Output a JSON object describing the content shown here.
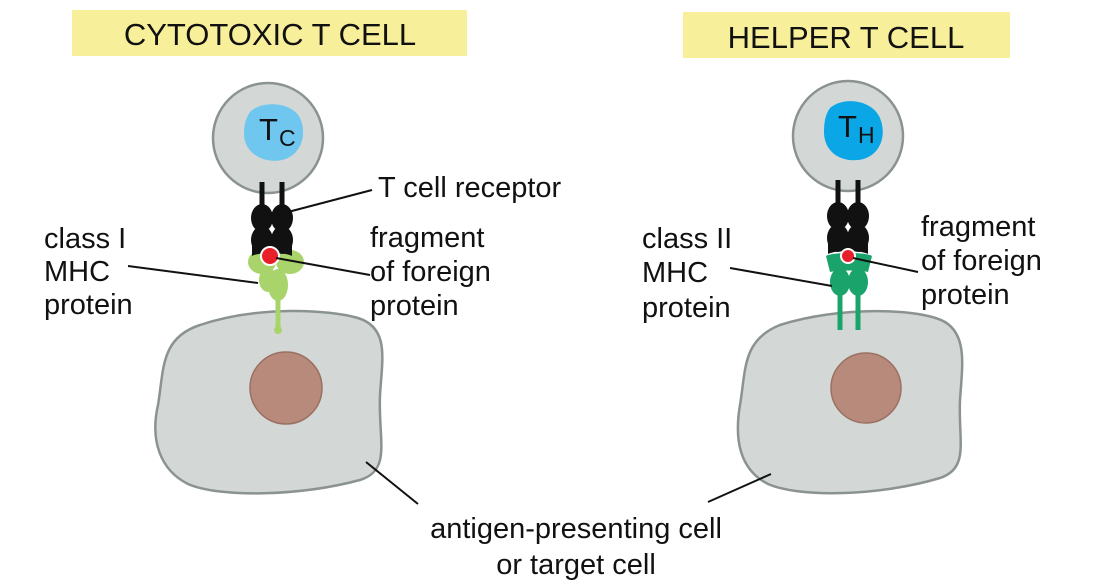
{
  "cytotoxic": {
    "title": "CYTOTOXIC T CELL",
    "cell_letter": "T",
    "cell_sub": "C",
    "receptor_label": "T cell receptor",
    "mhc_label": [
      "class I",
      "MHC",
      "protein"
    ],
    "fragment_label": [
      "fragment",
      "of foreign",
      "protein"
    ]
  },
  "helper": {
    "title": "HELPER T CELL",
    "cell_letter": "T",
    "cell_sub": "H",
    "mhc_label": [
      "class II",
      "MHC",
      "protein"
    ],
    "fragment_label": [
      "fragment",
      "of foreign",
      "protein"
    ]
  },
  "bottom_label": [
    "antigen-presenting cell",
    "or target cell"
  ],
  "colors": {
    "title_bg": "#f7ef9a",
    "cell_gray": "#d3d8d6",
    "cell_stroke": "#8b9390",
    "tc_nucleus": "#6fc6ee",
    "th_nucleus": "#0aa6e6",
    "apc_nucleus": "#b88a7b",
    "class1_mhc": "#a9d36b",
    "class2_mhc": "#1aa36b",
    "fragment": "#e8202a",
    "receptor": "#111111"
  }
}
